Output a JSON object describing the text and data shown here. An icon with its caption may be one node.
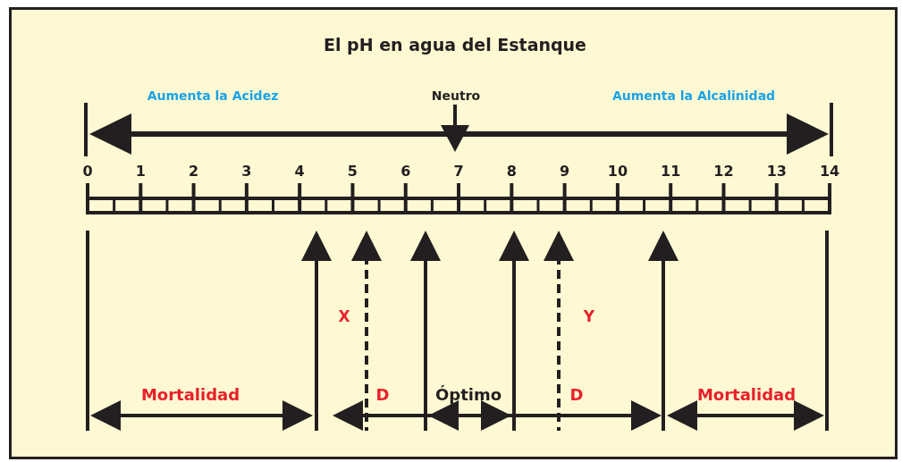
{
  "diagram": {
    "title": "El pH en agua del Estanque",
    "labels": [
      "Aumenta la Acidez",
      "Neutro",
      "Aumenta la Alcalinidad",
      "0",
      "1",
      "2",
      "3",
      "4",
      "5",
      "6",
      "7",
      "8",
      "9",
      "10",
      "11",
      "12",
      "13",
      "14",
      "X",
      "Y",
      "Mortalidad",
      "D",
      "Óptimo",
      "D",
      "Mortalidad"
    ]
  }
}
